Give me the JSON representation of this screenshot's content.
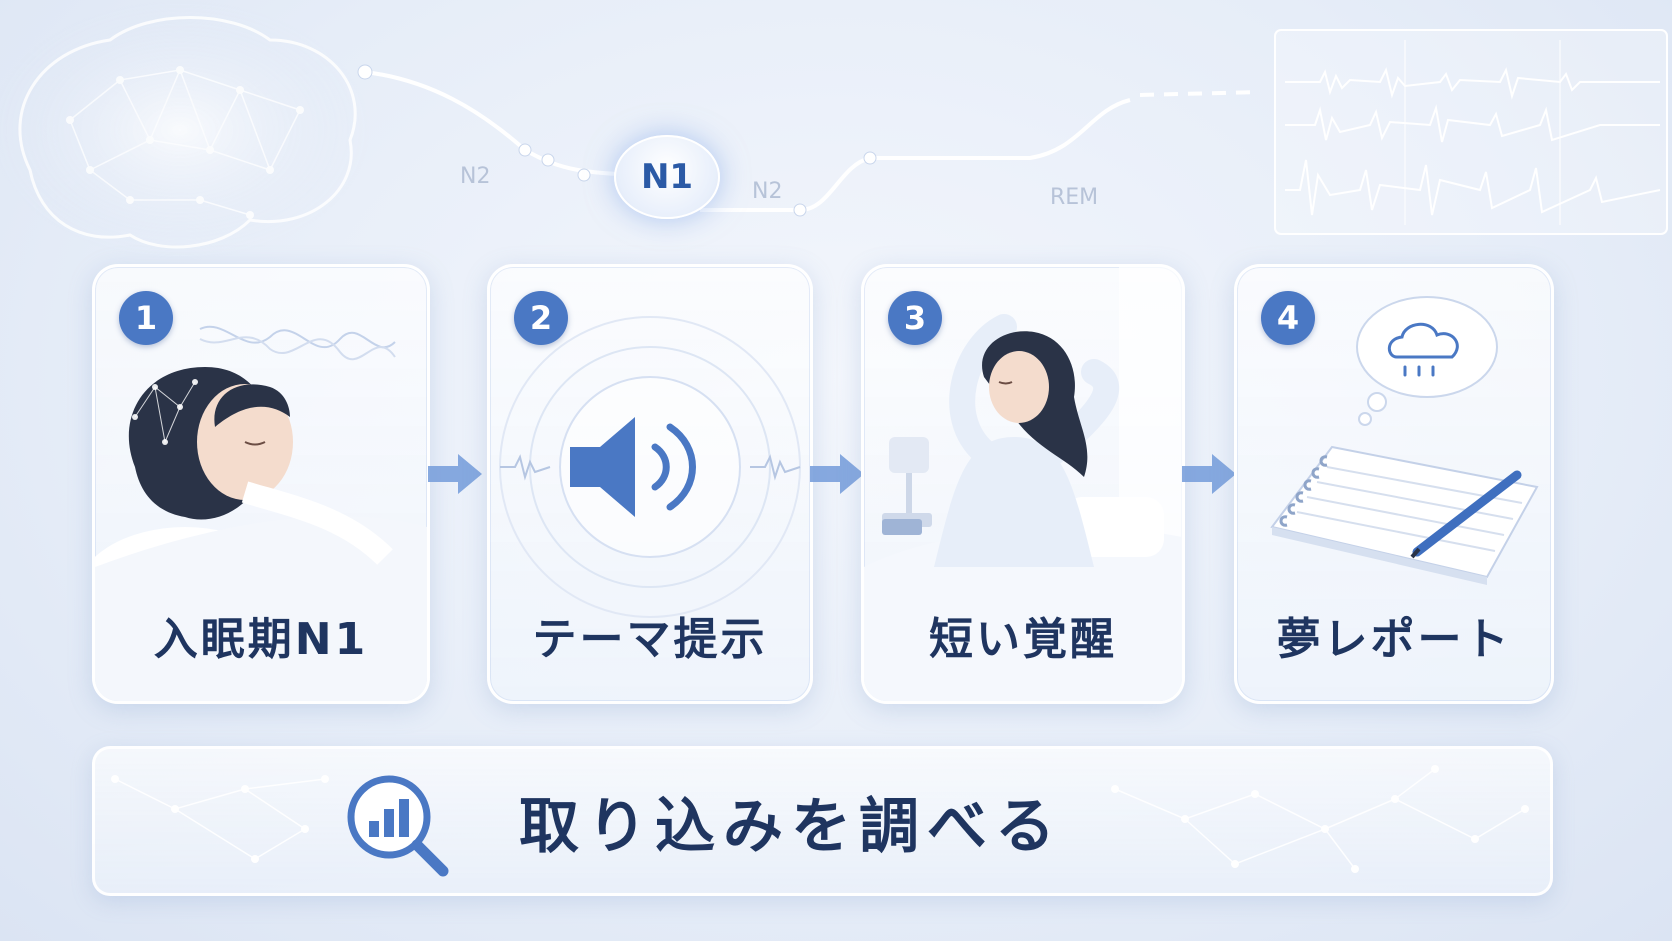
{
  "hypnogram": {
    "stage_labels": [
      "N2",
      "N2",
      "REM"
    ],
    "highlight_label": "N1"
  },
  "steps": [
    {
      "number": "1",
      "label": "入眠期N1",
      "icon": "sleeping-woman-illustration"
    },
    {
      "number": "2",
      "label": "テーマ提示",
      "icon": "speaker-icon"
    },
    {
      "number": "3",
      "label": "短い覚醒",
      "icon": "waking-woman-illustration"
    },
    {
      "number": "4",
      "label": "夢レポート",
      "icon": "notebook-icon"
    }
  ],
  "cta": {
    "label": "取り込みを調べる",
    "icon": "search-chart-icon"
  },
  "colors": {
    "accent": "#4a78c4",
    "text": "#1f3560",
    "background": "#e6edf8"
  }
}
